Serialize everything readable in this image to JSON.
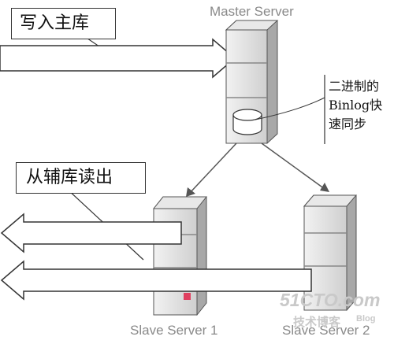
{
  "diagram": {
    "write_label": "写入主库",
    "read_label": "从辅库读出",
    "master_label": "Master Server",
    "slave1_label": "Slave Server 1",
    "slave2_label": "Slave Server 2",
    "binlog_lines": [
      "二进制的",
      "Binlog快",
      "速同步"
    ]
  },
  "watermark": {
    "site": "51CTO.com",
    "tagline": "技术博客",
    "blog": "Blog"
  },
  "colors": {
    "server_face": "#dcdcdc",
    "server_shadow": "#a8a8a8",
    "indicator": "#e04060",
    "line": "#333333"
  }
}
